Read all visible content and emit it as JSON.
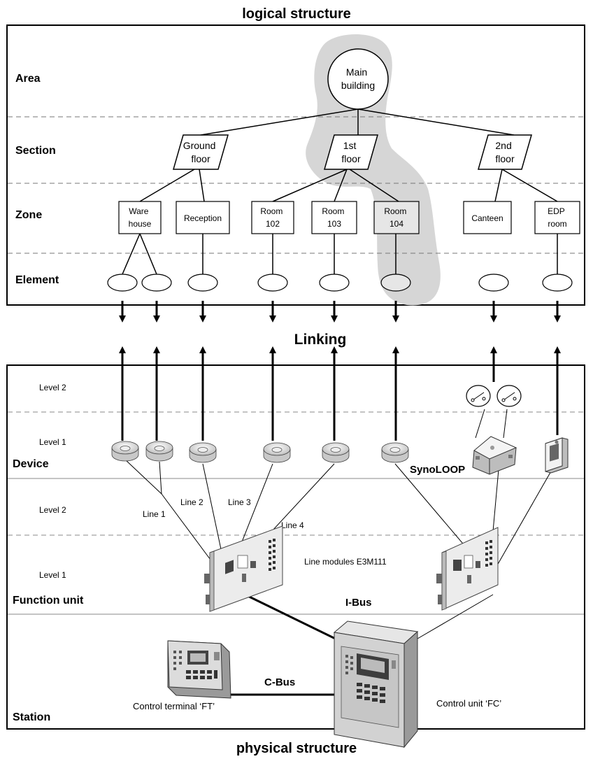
{
  "titles": {
    "top": "logical structure",
    "bottom": "physical structure",
    "middle": "Linking"
  },
  "logical": {
    "row_labels": {
      "area": "Area",
      "section": "Section",
      "zone": "Zone",
      "element": "Element"
    },
    "area": [
      "Main",
      "building"
    ],
    "sections": [
      [
        "Ground",
        "floor"
      ],
      [
        "1st",
        "floor"
      ],
      [
        "2nd",
        "floor"
      ]
    ],
    "zones": [
      [
        "Ware",
        "house"
      ],
      [
        "Reception"
      ],
      [
        "Room",
        "102"
      ],
      [
        "Room",
        "103"
      ],
      [
        "Room",
        "104"
      ],
      [
        "Canteen"
      ],
      [
        "EDP",
        "room"
      ]
    ]
  },
  "physical": {
    "row_labels": {
      "device": "Device",
      "function_unit": "Function unit",
      "station": "Station"
    },
    "levels": {
      "l2": "Level 2",
      "l1": "Level 1"
    },
    "synoloop": "SynoLOOP",
    "lines": [
      "Line 1",
      "Line 2",
      "Line 3",
      "Line 4"
    ],
    "line_modules": "Line modules E3M111",
    "ibus": "I-Bus",
    "cbus": "C-Bus",
    "control_terminal": "Control terminal ‘FT’",
    "control_unit": "Control unit ‘FC’"
  }
}
